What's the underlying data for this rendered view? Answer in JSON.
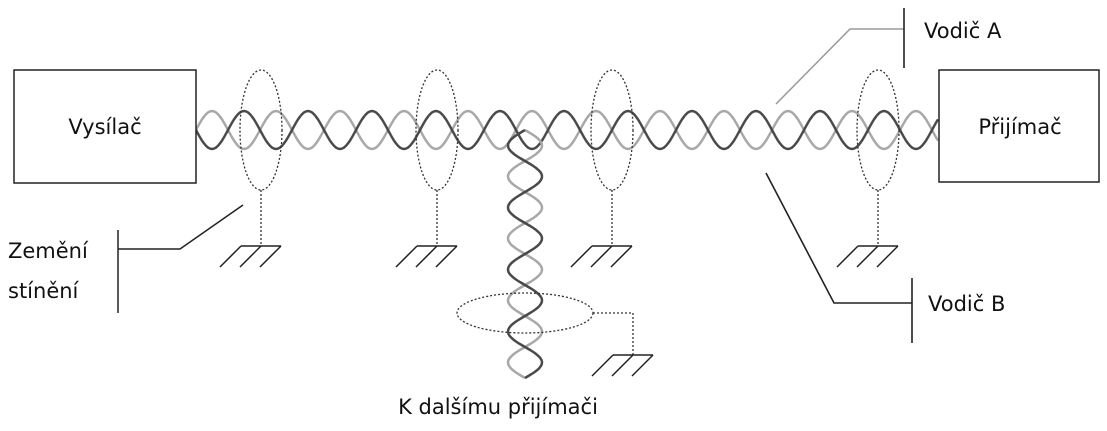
{
  "diagram": {
    "transmitter": {
      "label": "Vysílač"
    },
    "receiver": {
      "label": "Přijímač"
    },
    "wire_a": {
      "label": "Vodič A",
      "color": "#a8a8a8"
    },
    "wire_b": {
      "label": "Vodič B",
      "color": "#4a4a4a"
    },
    "shield_ground": {
      "label_line1": "Zemění",
      "label_line2": "stínění"
    },
    "branch": {
      "label": "K dalšímu přijímači"
    },
    "colors": {
      "line": "#222222",
      "shield": "#333333"
    }
  }
}
